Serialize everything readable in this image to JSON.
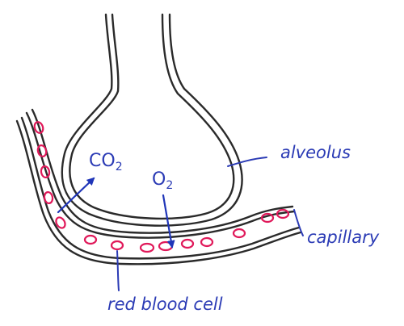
{
  "labels": {
    "alveolus": "alveolus",
    "capillary": "capillary",
    "red_blood_cell": "red blood cell",
    "co2_main": "CO",
    "co2_sub": "2",
    "o2_main": "O",
    "o2_sub": "2"
  },
  "colors": {
    "outline": "#2a2a2a",
    "label": "#2b3bb5",
    "arrow": "#1f35b8",
    "cell": "#e0195a"
  }
}
